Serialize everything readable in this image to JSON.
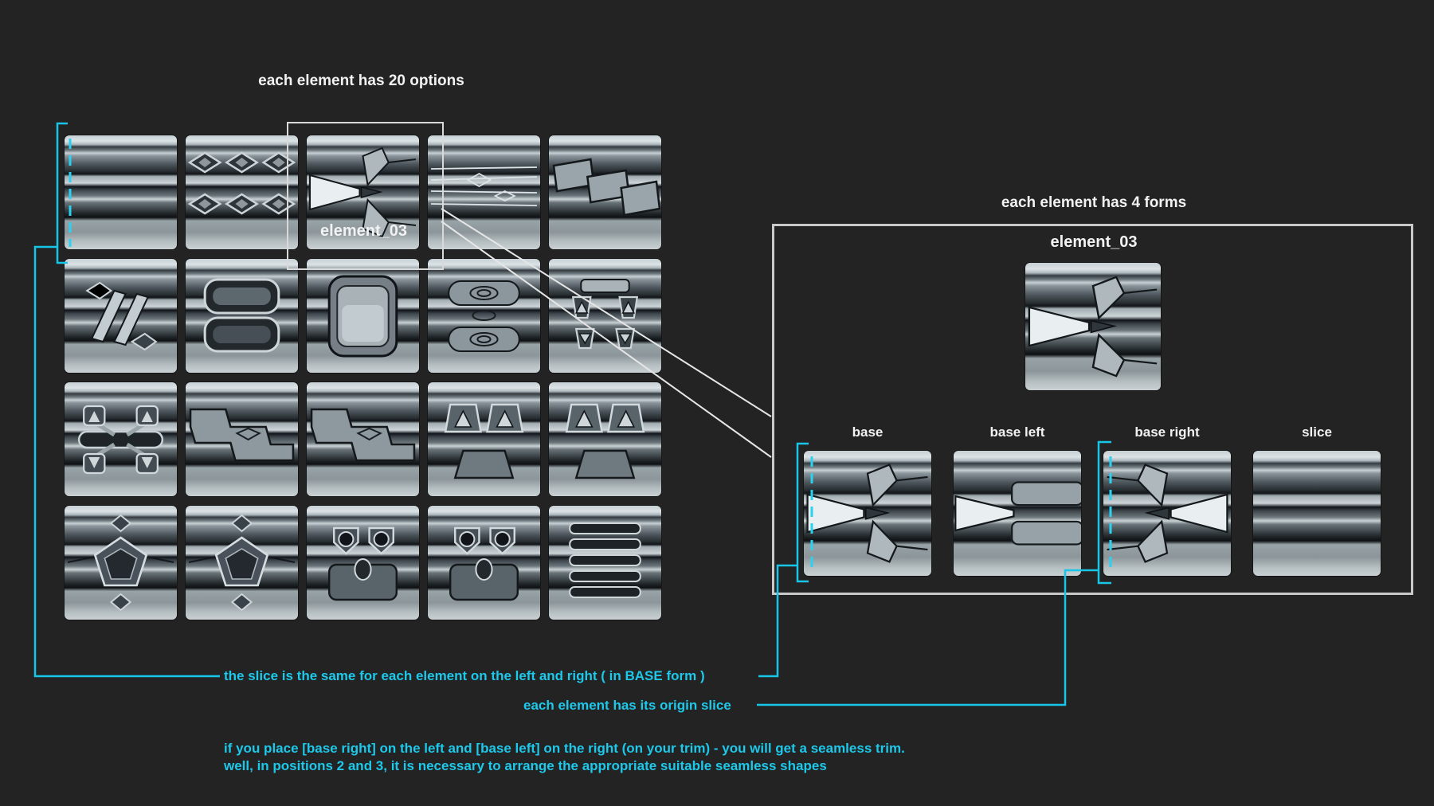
{
  "colors": {
    "background": "#232323",
    "accent_cyan": "#1ec8ea",
    "text_white": "#f2f2f2",
    "box_border": "#c9c9c9"
  },
  "left_section": {
    "title": "each element has 20 options",
    "highlight_label": "element_03",
    "tiles": [
      {
        "id": "element_01",
        "ornament": "plain"
      },
      {
        "id": "element_02",
        "ornament": "diamonds"
      },
      {
        "id": "element_03",
        "ornament": "chevron"
      },
      {
        "id": "element_04",
        "ornament": "weave"
      },
      {
        "id": "element_05",
        "ornament": "plates"
      },
      {
        "id": "element_06",
        "ornament": "slash"
      },
      {
        "id": "element_07",
        "ornament": "stack2"
      },
      {
        "id": "element_08",
        "ornament": "panel"
      },
      {
        "id": "element_09",
        "ornament": "eyes"
      },
      {
        "id": "element_10",
        "ornament": "tmix"
      },
      {
        "id": "element_11",
        "ornament": "xpods"
      },
      {
        "id": "element_12",
        "ornament": "zigzag"
      },
      {
        "id": "element_13",
        "ornament": "zigzag"
      },
      {
        "id": "element_14",
        "ornament": "trappods"
      },
      {
        "id": "element_15",
        "ornament": "trappods"
      },
      {
        "id": "element_16",
        "ornament": "gem"
      },
      {
        "id": "element_17",
        "ornament": "gem"
      },
      {
        "id": "element_18",
        "ornament": "pods"
      },
      {
        "id": "element_19",
        "ornament": "pods"
      },
      {
        "id": "element_20",
        "ornament": "grill"
      }
    ]
  },
  "right_section": {
    "title": "each element has 4 forms",
    "element_label": "element_03",
    "element_ornament": "chevron",
    "forms": [
      {
        "label": "base",
        "ornament": "chevron"
      },
      {
        "label": "base left",
        "ornament": "chevronL"
      },
      {
        "label": "base right",
        "ornament": "chevronR"
      },
      {
        "label": "slice",
        "ornament": "plain"
      }
    ]
  },
  "annotations": {
    "slice_note": "the slice is the same for each element on the left and right ( in BASE form )",
    "origin_note": "each element has its origin slice",
    "paragraph_line1": "if you place [base right] on the left and [base left] on the right (on your trim) - you will get a seamless trim.",
    "paragraph_line2": "well, in positions 2 and 3, it is necessary to arrange the appropriate suitable seamless shapes"
  }
}
